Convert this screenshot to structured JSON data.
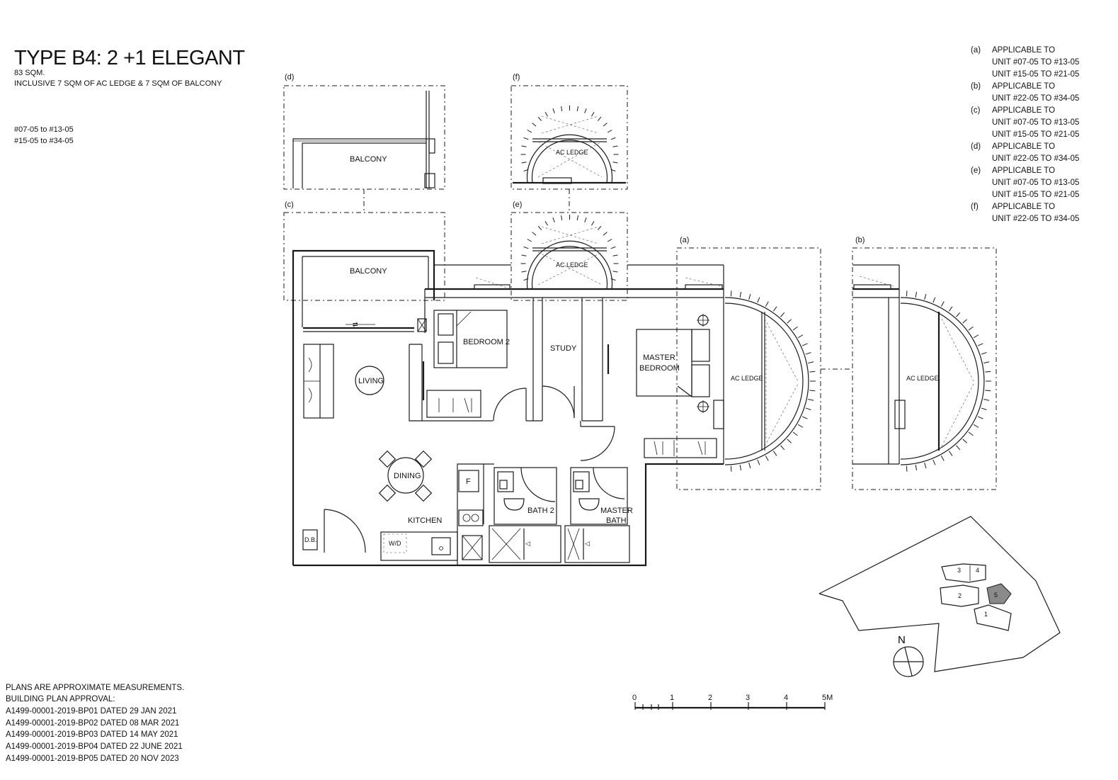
{
  "header": {
    "title": "TYPE B4: 2 +1 ELEGANT",
    "area": "83 SQM.",
    "inclusive": "INCLUSIVE 7 SQM OF AC LEDGE & 7 SQM OF BALCONY",
    "units": [
      "#07-05 to #13-05",
      "#15-05 to #34-05"
    ]
  },
  "legend": [
    {
      "key": "(a)",
      "lines": [
        "APPLICABLE TO",
        "UNIT #07-05 TO #13-05",
        "UNIT #15-05 TO #21-05"
      ]
    },
    {
      "key": "(b)",
      "lines": [
        "APPLICABLE TO",
        "UNIT #22-05 TO #34-05"
      ]
    },
    {
      "key": "(c)",
      "lines": [
        "APPLICABLE TO",
        "UNIT #07-05 TO #13-05",
        "UNIT #15-05 TO #21-05"
      ]
    },
    {
      "key": "(d)",
      "lines": [
        "APPLICABLE TO",
        "UNIT #22-05 TO #34-05"
      ]
    },
    {
      "key": "(e)",
      "lines": [
        "APPLICABLE TO",
        "UNIT #07-05 TO #13-05",
        "UNIT #15-05 TO #21-05"
      ]
    },
    {
      "key": "(f)",
      "lines": [
        "APPLICABLE TO",
        "UNIT #22-05 TO #34-05"
      ]
    }
  ],
  "notes": [
    "PLANS ARE APPROXIMATE MEASUREMENTS.",
    "BUILDING PLAN APPROVAL:",
    "A1499-00001-2019-BP01 DATED 29 JAN 2021",
    "A1499-00001-2019-BP02 DATED 08 MAR 2021",
    "A1499-00001-2019-BP03 DATED 14 MAY 2021",
    "A1499-00001-2019-BP04 DATED 22 JUNE 2021",
    "A1499-00001-2019-BP05 DATED 20 NOV 2023"
  ],
  "option_labels": {
    "a": "(a)",
    "b": "(b)",
    "c": "(c)",
    "d": "(d)",
    "e": "(e)",
    "f": "(f)"
  },
  "rooms": {
    "balcony": "BALCONY",
    "ac_ledge": "AC LEDGE",
    "bedroom2": "BEDROOM 2",
    "study": "STUDY",
    "master_line1": "MASTER",
    "master_line2": "BEDROOM",
    "living": "LIVING",
    "dining": "DINING",
    "kitchen": "KITCHEN",
    "bath2": "BATH 2",
    "master_bath_line1": "MASTER",
    "master_bath_line2": "BATH",
    "db": "D.B.",
    "wd": "W/D",
    "fridge": "F"
  },
  "scale_bar": {
    "ticks": [
      "0",
      "1",
      "2",
      "3",
      "4",
      "5M"
    ]
  },
  "site_plan": {
    "blocks": [
      "1",
      "2",
      "3",
      "4",
      "5"
    ],
    "north": "N",
    "highlight_block": "5"
  },
  "colors": {
    "line": "#1a1a1a",
    "highlight": "#8a8a8a"
  }
}
